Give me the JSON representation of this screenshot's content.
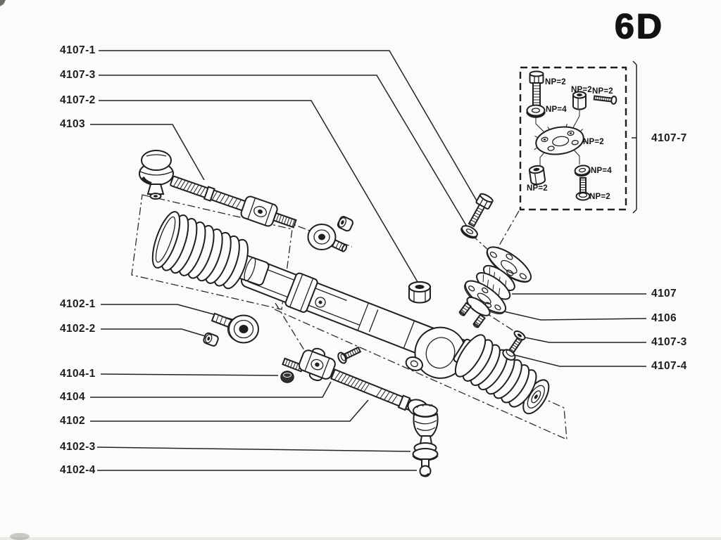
{
  "page": {
    "code": "6D"
  },
  "colors": {
    "ink": "#1f1f1d",
    "paper": "#fbfbf9"
  },
  "callouts": {
    "left": [
      {
        "text": "4107-1"
      },
      {
        "text": "4107-3"
      },
      {
        "text": "4107-2"
      },
      {
        "text": "4103"
      },
      {
        "text": "4102-1"
      },
      {
        "text": "4102-2"
      },
      {
        "text": "4104-1"
      },
      {
        "text": "4104"
      },
      {
        "text": "4102"
      },
      {
        "text": "4102-3"
      },
      {
        "text": "4102-4"
      }
    ],
    "right": [
      {
        "text": "4107"
      },
      {
        "text": "4106"
      },
      {
        "text": "4107-3"
      },
      {
        "text": "4107-4"
      }
    ],
    "bracket": {
      "text": "4107-7"
    },
    "inset": [
      {
        "for": "hex-bolt",
        "text": "NP=2"
      },
      {
        "for": "washer",
        "text": "NP=4"
      },
      {
        "for": "nut",
        "text": "NP=2"
      },
      {
        "for": "set-screw",
        "text": "NP=2"
      },
      {
        "for": "mounting-plate",
        "text": "NP=2"
      },
      {
        "for": "nut",
        "text": "NP=2"
      },
      {
        "for": "washer",
        "text": "NP=4"
      },
      {
        "for": "bolt",
        "text": "NP=2"
      }
    ]
  }
}
